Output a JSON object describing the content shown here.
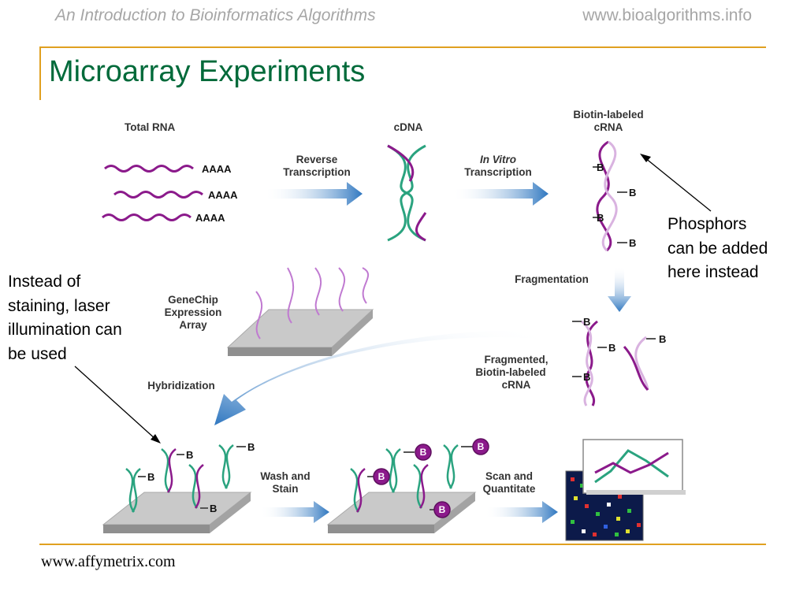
{
  "header": {
    "book_title": "An Introduction to Bioinformatics Algorithms",
    "website": "www.bioalgorithms.info"
  },
  "slide": {
    "title": "Microarray Experiments",
    "footer": "www.affymetrix.com"
  },
  "notes": {
    "left": [
      "Instead of",
      "staining, laser",
      "illumination can",
      "be used"
    ],
    "right": [
      "Phosphors",
      "can be added",
      "here instead"
    ]
  },
  "diagram": {
    "total_rna": "Total RNA",
    "poly_a": "AAAA",
    "reverse_transcription": [
      "Reverse",
      "Transcription"
    ],
    "cdna": "cDNA",
    "in_vitro": "In Vitro",
    "transcription": "Transcription",
    "biotin_labeled_crna": [
      "Biotin-labeled",
      "cRNA"
    ],
    "biotin": "B",
    "fragmentation": "Fragmentation",
    "fragmented_crna": [
      "Fragmented,",
      "Biotin-labeled",
      "cRNA"
    ],
    "genechip": [
      "GeneChip",
      "Expression",
      "Array"
    ],
    "hybridization": "Hybridization",
    "wash_and_stain": [
      "Wash and",
      "Stain"
    ],
    "scan_and_quantitate": [
      "Scan and",
      "Quantitate"
    ]
  },
  "colors": {
    "title": "#006a3a",
    "rule": "#e0a020",
    "header_text": "#a6a6a6",
    "rna_purple": "#8b1a8b",
    "dna_teal": "#2aa37f",
    "arrow_blue": "#2f77c0",
    "chip_gray": "#c6c6c6"
  }
}
